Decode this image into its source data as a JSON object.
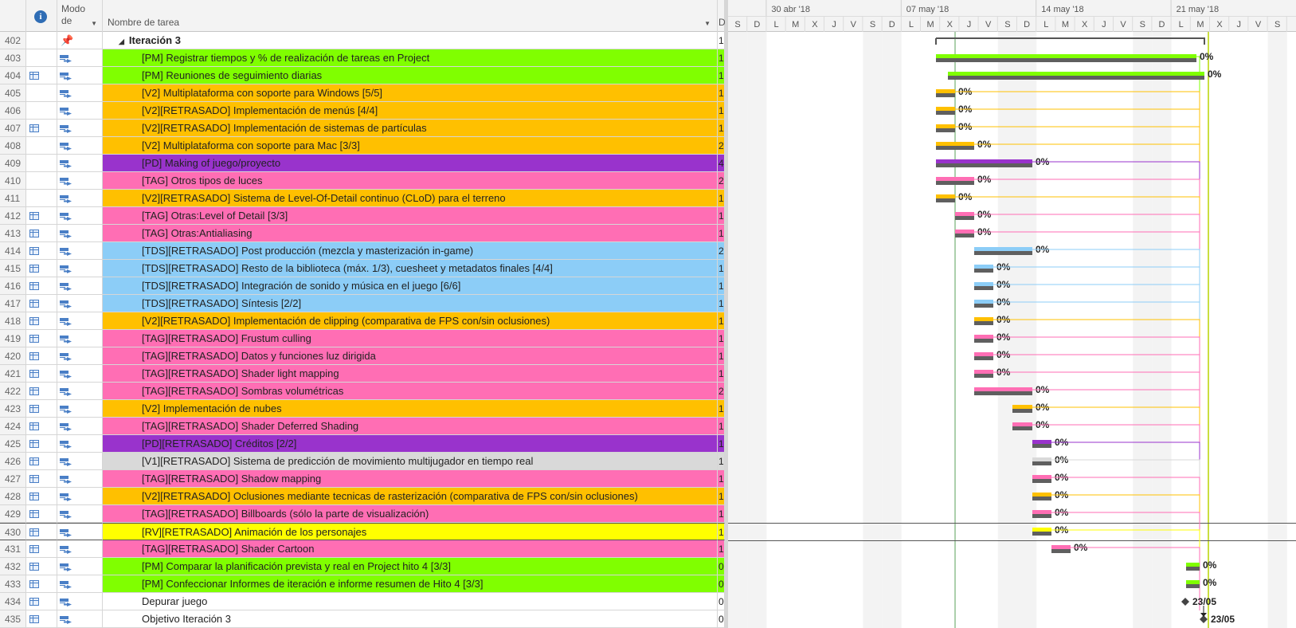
{
  "header": {
    "mode_label_1": "Modo",
    "mode_label_2": "de",
    "name_label": "Nombre de tarea",
    "dur_label": "D",
    "weeks": [
      "30 abr '18",
      "07 may '18",
      "14 may '18",
      "21 may '18"
    ],
    "day_letters": [
      "S",
      "D",
      "L",
      "M",
      "X",
      "J",
      "V",
      "S",
      "D",
      "L",
      "M",
      "X",
      "J",
      "V",
      "S",
      "D",
      "L",
      "M",
      "X",
      "J",
      "V",
      "S",
      "D",
      "L",
      "M",
      "X",
      "J",
      "V",
      "S"
    ]
  },
  "colors": {
    "pm": "#80ff00",
    "v2": "#ffc000",
    "pd": "#9933cc",
    "tag": "#ff6eb4",
    "tds": "#8ccdf7",
    "v1": "#d9d9d9",
    "rv": "#ffff00",
    "none": "#ffffff"
  },
  "tasks": [
    {
      "id": "402",
      "name": "Iteración 3",
      "dur": "1",
      "color": "none",
      "ind": false,
      "summary": true,
      "pin": true
    },
    {
      "id": "403",
      "name": "[PM] Registrar tiempos y % de realización de tareas en Project",
      "dur": "1",
      "color": "pm",
      "ind": false,
      "pct": "0%"
    },
    {
      "id": "404",
      "name": "[PM] Reuniones de seguimiento diarias",
      "dur": "1",
      "color": "pm",
      "ind": true,
      "pct": "0%"
    },
    {
      "id": "405",
      "name": "[V2] Multiplataforma con soporte para Windows [5/5]",
      "dur": "1",
      "color": "v2",
      "ind": false,
      "pct": "0%"
    },
    {
      "id": "406",
      "name": "[V2][RETRASADO] Implementación de menús [4/4]",
      "dur": "1",
      "color": "v2",
      "ind": false,
      "pct": "0%"
    },
    {
      "id": "407",
      "name": "[V2][RETRASADO] Implementación de sistemas de partículas",
      "dur": "1",
      "color": "v2",
      "ind": true,
      "pct": "0%"
    },
    {
      "id": "408",
      "name": "[V2] Multiplataforma con soporte para Mac [3/3]",
      "dur": "2",
      "color": "v2",
      "ind": false,
      "pct": "0%"
    },
    {
      "id": "409",
      "name": "[PD] Making of juego/proyecto",
      "dur": "4",
      "color": "pd",
      "ind": false,
      "pct": "0%"
    },
    {
      "id": "410",
      "name": "[TAG] Otros tipos de luces",
      "dur": "2",
      "color": "tag",
      "ind": false,
      "pct": "0%"
    },
    {
      "id": "411",
      "name": "[V2][RETRASADO] Sistema de Level-Of-Detail continuo (CLoD) para el terreno",
      "dur": "1",
      "color": "v2",
      "ind": false,
      "pct": "0%"
    },
    {
      "id": "412",
      "name": "[TAG] Otras:Level of Detail [3/3]",
      "dur": "1",
      "color": "tag",
      "ind": true,
      "pct": "0%"
    },
    {
      "id": "413",
      "name": "[TAG] Otras:Antialiasing",
      "dur": "1",
      "color": "tag",
      "ind": true,
      "pct": "0%"
    },
    {
      "id": "414",
      "name": "[TDS][RETRASADO] Post producción (mezcla y masterización in-game)",
      "dur": "2",
      "color": "tds",
      "ind": true,
      "pct": "0%"
    },
    {
      "id": "415",
      "name": "[TDS][RETRASADO] Resto de la biblioteca (máx. 1/3), cuesheet y metadatos finales [4/4]",
      "dur": "1",
      "color": "tds",
      "ind": true,
      "pct": "0%"
    },
    {
      "id": "416",
      "name": "[TDS][RETRASADO] Integración de sonido y música en el juego [6/6]",
      "dur": "1",
      "color": "tds",
      "ind": true,
      "pct": "0%"
    },
    {
      "id": "417",
      "name": "[TDS][RETRASADO] Síntesis [2/2]",
      "dur": "1",
      "color": "tds",
      "ind": true,
      "pct": "0%"
    },
    {
      "id": "418",
      "name": "[V2][RETRASADO] Implementación de clipping (comparativa de FPS con/sin oclusiones)",
      "dur": "1",
      "color": "v2",
      "ind": true,
      "pct": "0%"
    },
    {
      "id": "419",
      "name": "[TAG][RETRASADO] Frustum culling",
      "dur": "1",
      "color": "tag",
      "ind": true,
      "pct": "0%"
    },
    {
      "id": "420",
      "name": "[TAG][RETRASADO] Datos y funciones luz dirigida",
      "dur": "1",
      "color": "tag",
      "ind": true,
      "pct": "0%"
    },
    {
      "id": "421",
      "name": "[TAG][RETRASADO] Shader light mapping",
      "dur": "1",
      "color": "tag",
      "ind": true,
      "pct": "0%"
    },
    {
      "id": "422",
      "name": "[TAG][RETRASADO] Sombras volumétricas",
      "dur": "2",
      "color": "tag",
      "ind": true,
      "pct": "0%"
    },
    {
      "id": "423",
      "name": "[V2] Implementación de nubes",
      "dur": "1",
      "color": "v2",
      "ind": true,
      "pct": "0%"
    },
    {
      "id": "424",
      "name": "[TAG][RETRASADO] Shader Deferred Shading",
      "dur": "1",
      "color": "tag",
      "ind": true,
      "pct": "0%"
    },
    {
      "id": "425",
      "name": "[PD][RETRASADO] Créditos [2/2]",
      "dur": "1",
      "color": "pd",
      "ind": true,
      "pct": "0%"
    },
    {
      "id": "426",
      "name": "[V1][RETRASADO] Sistema de predicción de movimiento multijugador en tiempo real",
      "dur": "1",
      "color": "v1",
      "ind": true,
      "pct": "0%"
    },
    {
      "id": "427",
      "name": "[TAG][RETRASADO] Shadow mapping",
      "dur": "1",
      "color": "tag",
      "ind": true,
      "pct": "0%"
    },
    {
      "id": "428",
      "name": "[V2][RETRASADO] Oclusiones mediante tecnicas de rasterización (comparativa de FPS con/sin oclusiones)",
      "dur": "1",
      "color": "v2",
      "ind": true,
      "pct": "0%"
    },
    {
      "id": "429",
      "name": "[TAG][RETRASADO] Billboards (sólo la parte de visualización)",
      "dur": "1",
      "color": "tag",
      "ind": true,
      "pct": "0%"
    },
    {
      "id": "430",
      "name": "[RV][RETRASADO] Animación de los personajes",
      "dur": "1",
      "color": "rv",
      "ind": true,
      "pct": "0%"
    },
    {
      "id": "431",
      "name": "[TAG][RETRASADO] Shader Cartoon",
      "dur": "1",
      "color": "tag",
      "ind": true,
      "pct": "0%"
    },
    {
      "id": "432",
      "name": "[PM] Comparar la planificación prevista y real en Project hito 4 [3/3]",
      "dur": "0",
      "color": "pm",
      "ind": true,
      "pct": "0%"
    },
    {
      "id": "433",
      "name": "[PM] Confeccionar Informes de iteración e informe resumen de Hito 4 [3/3]",
      "dur": "0",
      "color": "pm",
      "ind": true,
      "pct": "0%"
    },
    {
      "id": "434",
      "name": "Depurar juego",
      "dur": "0",
      "color": "none",
      "ind": true,
      "milestone": "23/05"
    },
    {
      "id": "435",
      "name": "Objetivo Iteración 3",
      "dur": "0",
      "color": "none",
      "ind": true,
      "milestone": "23/05"
    }
  ]
}
